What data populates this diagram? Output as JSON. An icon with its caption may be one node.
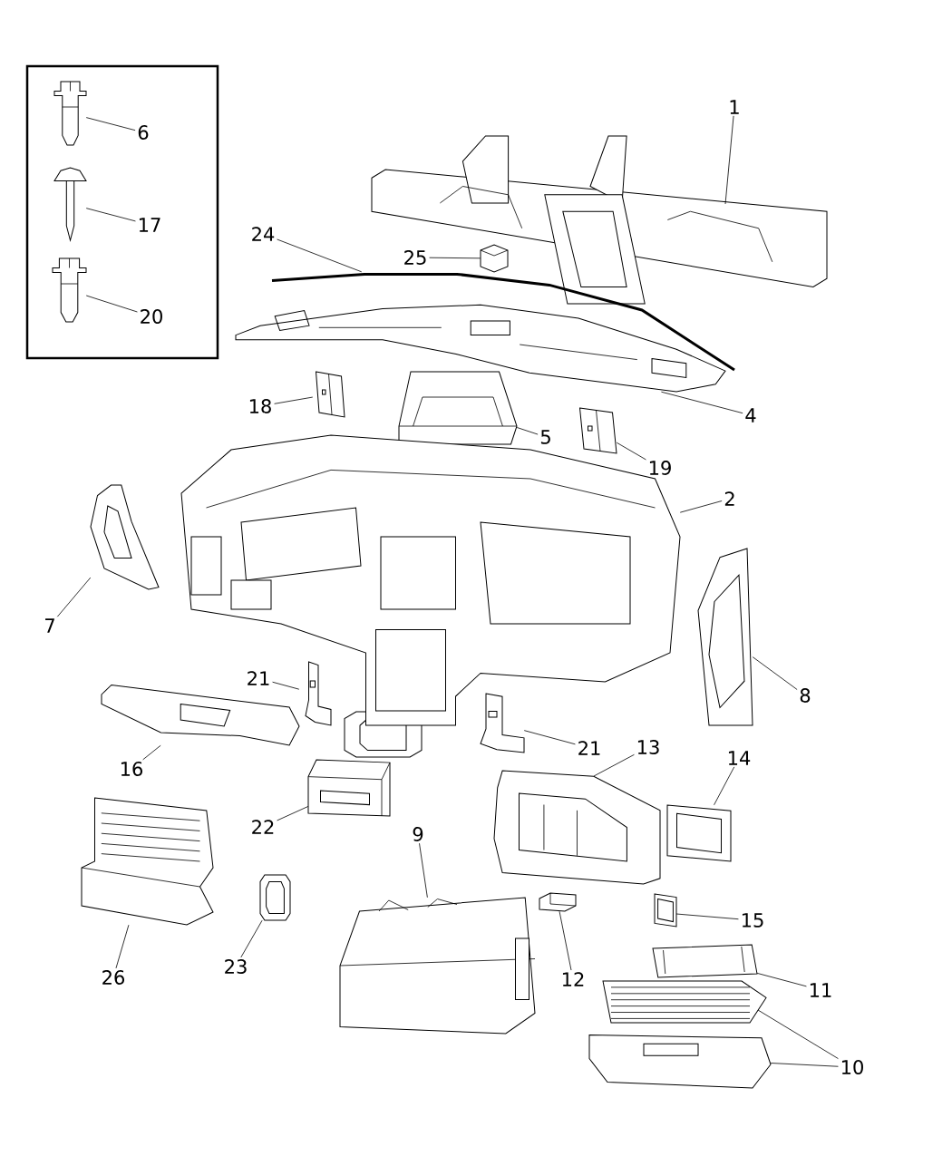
{
  "diagram": {
    "nodes": [
      {
        "text": [
          "6"
        ]
      },
      {
        "text": [],
        "shape": "picture"
      },
      {
        "text": [
          "17"
        ]
      },
      {
        "text": [],
        "shape": "picture"
      },
      {
        "text": [
          "20"
        ]
      },
      {
        "text": [],
        "shape": "picture"
      },
      {
        "text": [
          "1"
        ]
      },
      {
        "text": [],
        "shape": "picture"
      },
      {
        "text": [
          "24"
        ]
      },
      {
        "text": [],
        "shape": "picture"
      },
      {
        "text": [
          "25"
        ]
      },
      {
        "text": [],
        "shape": "picture"
      },
      {
        "text": [
          "18"
        ]
      },
      {
        "text": [],
        "shape": "picture"
      },
      {
        "text": [
          "5"
        ]
      },
      {
        "text": [],
        "shape": "picture"
      },
      {
        "text": [
          "4"
        ]
      },
      {
        "text": [],
        "shape": "picture"
      },
      {
        "text": [
          "19"
        ]
      },
      {
        "text": [],
        "shape": "picture"
      },
      {
        "text": [
          "2"
        ]
      },
      {
        "text": [],
        "shape": "picture"
      },
      {
        "text": [
          "7"
        ]
      },
      {
        "text": [],
        "shape": "picture"
      },
      {
        "text": [
          "8"
        ]
      },
      {
        "text": [],
        "shape": "picture"
      },
      {
        "text": [
          "21"
        ]
      },
      {
        "text": [],
        "shape": "picture"
      },
      {
        "text": [
          "16"
        ]
      },
      {
        "text": [],
        "shape": "picture"
      },
      {
        "text": [
          "21"
        ]
      },
      {
        "text": [],
        "shape": "picture"
      },
      {
        "text": [
          "13"
        ]
      },
      {
        "text": [],
        "shape": "picture"
      },
      {
        "text": [
          "14"
        ]
      },
      {
        "text": [],
        "shape": "picture"
      },
      {
        "text": [
          "22"
        ]
      },
      {
        "text": [],
        "shape": "picture"
      },
      {
        "text": [
          "9"
        ]
      },
      {
        "text": [],
        "shape": "picture"
      },
      {
        "text": [
          "15"
        ]
      },
      {
        "text": [],
        "shape": "picture"
      },
      {
        "text": [
          "12"
        ]
      },
      {
        "text": [],
        "shape": "picture"
      },
      {
        "text": [
          "23"
        ]
      },
      {
        "text": [],
        "shape": "picture"
      },
      {
        "text": [
          "26"
        ]
      },
      {
        "text": [],
        "shape": "picture"
      },
      {
        "text": [
          "11"
        ]
      },
      {
        "text": [],
        "shape": "picture"
      },
      {
        "text": [
          "10"
        ]
      },
      {
        "text": [],
        "shape": "picture"
      },
      {
        "text": [],
        "shape": "picture"
      }
    ],
    "edges": [
      {
        "from": 0,
        "to": 1,
        "arrow": "none"
      },
      {
        "from": 2,
        "to": 3,
        "arrow": "none"
      },
      {
        "from": 4,
        "to": 5,
        "arrow": "none"
      },
      {
        "from": 6,
        "to": 7,
        "arrow": "none"
      },
      {
        "from": 8,
        "to": 9,
        "arrow": "none"
      },
      {
        "from": 10,
        "to": 11,
        "arrow": "none"
      },
      {
        "from": 12,
        "to": 13,
        "arrow": "none"
      },
      {
        "from": 14,
        "to": 15,
        "arrow": "none"
      },
      {
        "from": 16,
        "to": 17,
        "arrow": "none"
      },
      {
        "from": 18,
        "to": 19,
        "arrow": "none"
      },
      {
        "from": 20,
        "to": 21,
        "arrow": "none"
      },
      {
        "from": 22,
        "to": 23,
        "arrow": "none"
      },
      {
        "from": 24,
        "to": 25,
        "arrow": "none"
      },
      {
        "from": 26,
        "to": 27,
        "arrow": "none"
      },
      {
        "from": 28,
        "to": 29,
        "arrow": "none"
      },
      {
        "from": 30,
        "to": 31,
        "arrow": "none"
      },
      {
        "from": 32,
        "to": 33,
        "arrow": "none"
      },
      {
        "from": 34,
        "to": 35,
        "arrow": "none"
      },
      {
        "from": 36,
        "to": 37,
        "arrow": "none"
      },
      {
        "from": 38,
        "to": 39,
        "arrow": "none"
      },
      {
        "from": 40,
        "to": 41,
        "arrow": "none"
      },
      {
        "from": 42,
        "to": 43,
        "arrow": "none"
      },
      {
        "from": 44,
        "to": 45,
        "arrow": "none"
      },
      {
        "from": 46,
        "to": 47,
        "arrow": "none"
      },
      {
        "from": 48,
        "to": 49,
        "arrow": "none"
      },
      {
        "from": 50,
        "to": 51,
        "arrow": "none"
      },
      {
        "from": 50,
        "to": 52,
        "arrow": "none"
      }
    ]
  }
}
